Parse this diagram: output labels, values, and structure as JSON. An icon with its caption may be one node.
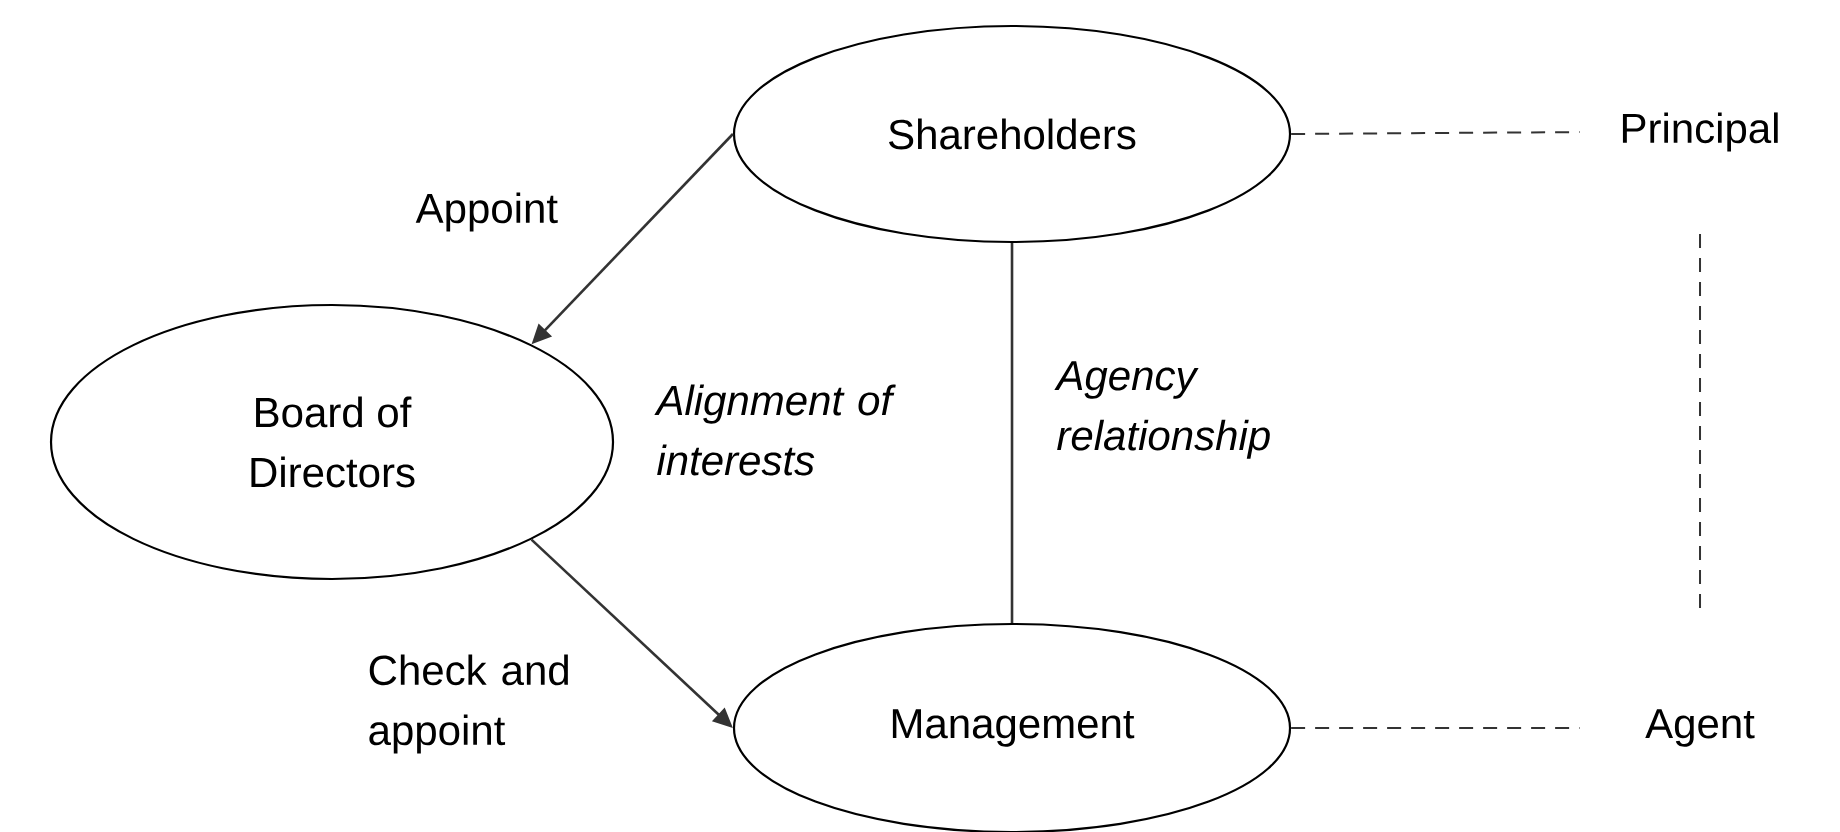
{
  "diagram": {
    "nodes": [
      {
        "text": [
          "Shareholders"
        ]
      },
      {
        "text": [
          "Board of Directors"
        ]
      },
      {
        "text": [
          "Management"
        ]
      },
      {
        "text": [
          "Principal"
        ]
      },
      {
        "text": [
          "Agent"
        ]
      }
    ],
    "edges": [
      {
        "from": 0,
        "to": 1,
        "arrow": "to",
        "label": "Appoint"
      },
      {
        "from": 1,
        "to": 2,
        "arrow": "to",
        "label": "Check and appoint"
      },
      {
        "from": 0,
        "to": 2,
        "arrow": "none",
        "label": "Agency relationship"
      },
      {
        "from": 0,
        "to": 3,
        "arrow": "none",
        "style": "dashed"
      },
      {
        "from": 2,
        "to": 4,
        "arrow": "none",
        "style": "dashed"
      },
      {
        "from": 3,
        "to": 4,
        "arrow": "none",
        "style": "dashed"
      }
    ],
    "labels": [
      "Alignment of interests"
    ]
  }
}
